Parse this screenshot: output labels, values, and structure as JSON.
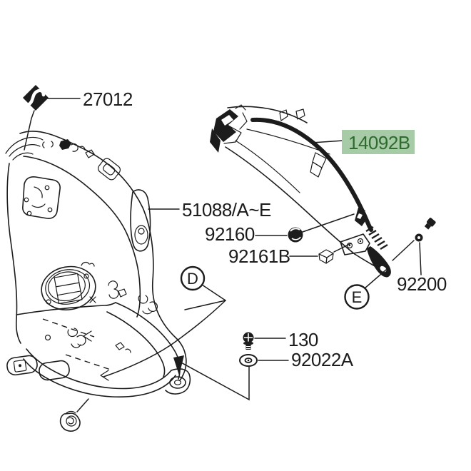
{
  "figure": {
    "type": "motorcycle-fuel-tank-parts-diagram",
    "background": "#ffffff",
    "line_color": "#1c1c1c",
    "highlight": {
      "fill": "#A6CBA6",
      "text_color": "#2F6A2F"
    }
  },
  "parts": [
    {
      "number": "27012",
      "name": "band",
      "icon": "band-diamond-icon"
    },
    {
      "number": "14092B",
      "name": "tank-side-cover",
      "highlighted": true
    },
    {
      "number": "51088/A~E",
      "name": "fuel-tank"
    },
    {
      "number": "92160",
      "name": "damper",
      "icon": "grommet-icon"
    },
    {
      "number": "92161B",
      "name": "pad",
      "icon": "pad-block-icon"
    },
    {
      "number": "92200",
      "name": "washer-small",
      "icon": "washer-screw-icon"
    },
    {
      "number": "130",
      "name": "bolt-flanged",
      "icon": "flanged-bolt-icon"
    },
    {
      "number": "92022A",
      "name": "washer-plain",
      "icon": "plain-washer-icon"
    }
  ],
  "references": [
    {
      "letter": "D"
    },
    {
      "letter": "E"
    }
  ]
}
